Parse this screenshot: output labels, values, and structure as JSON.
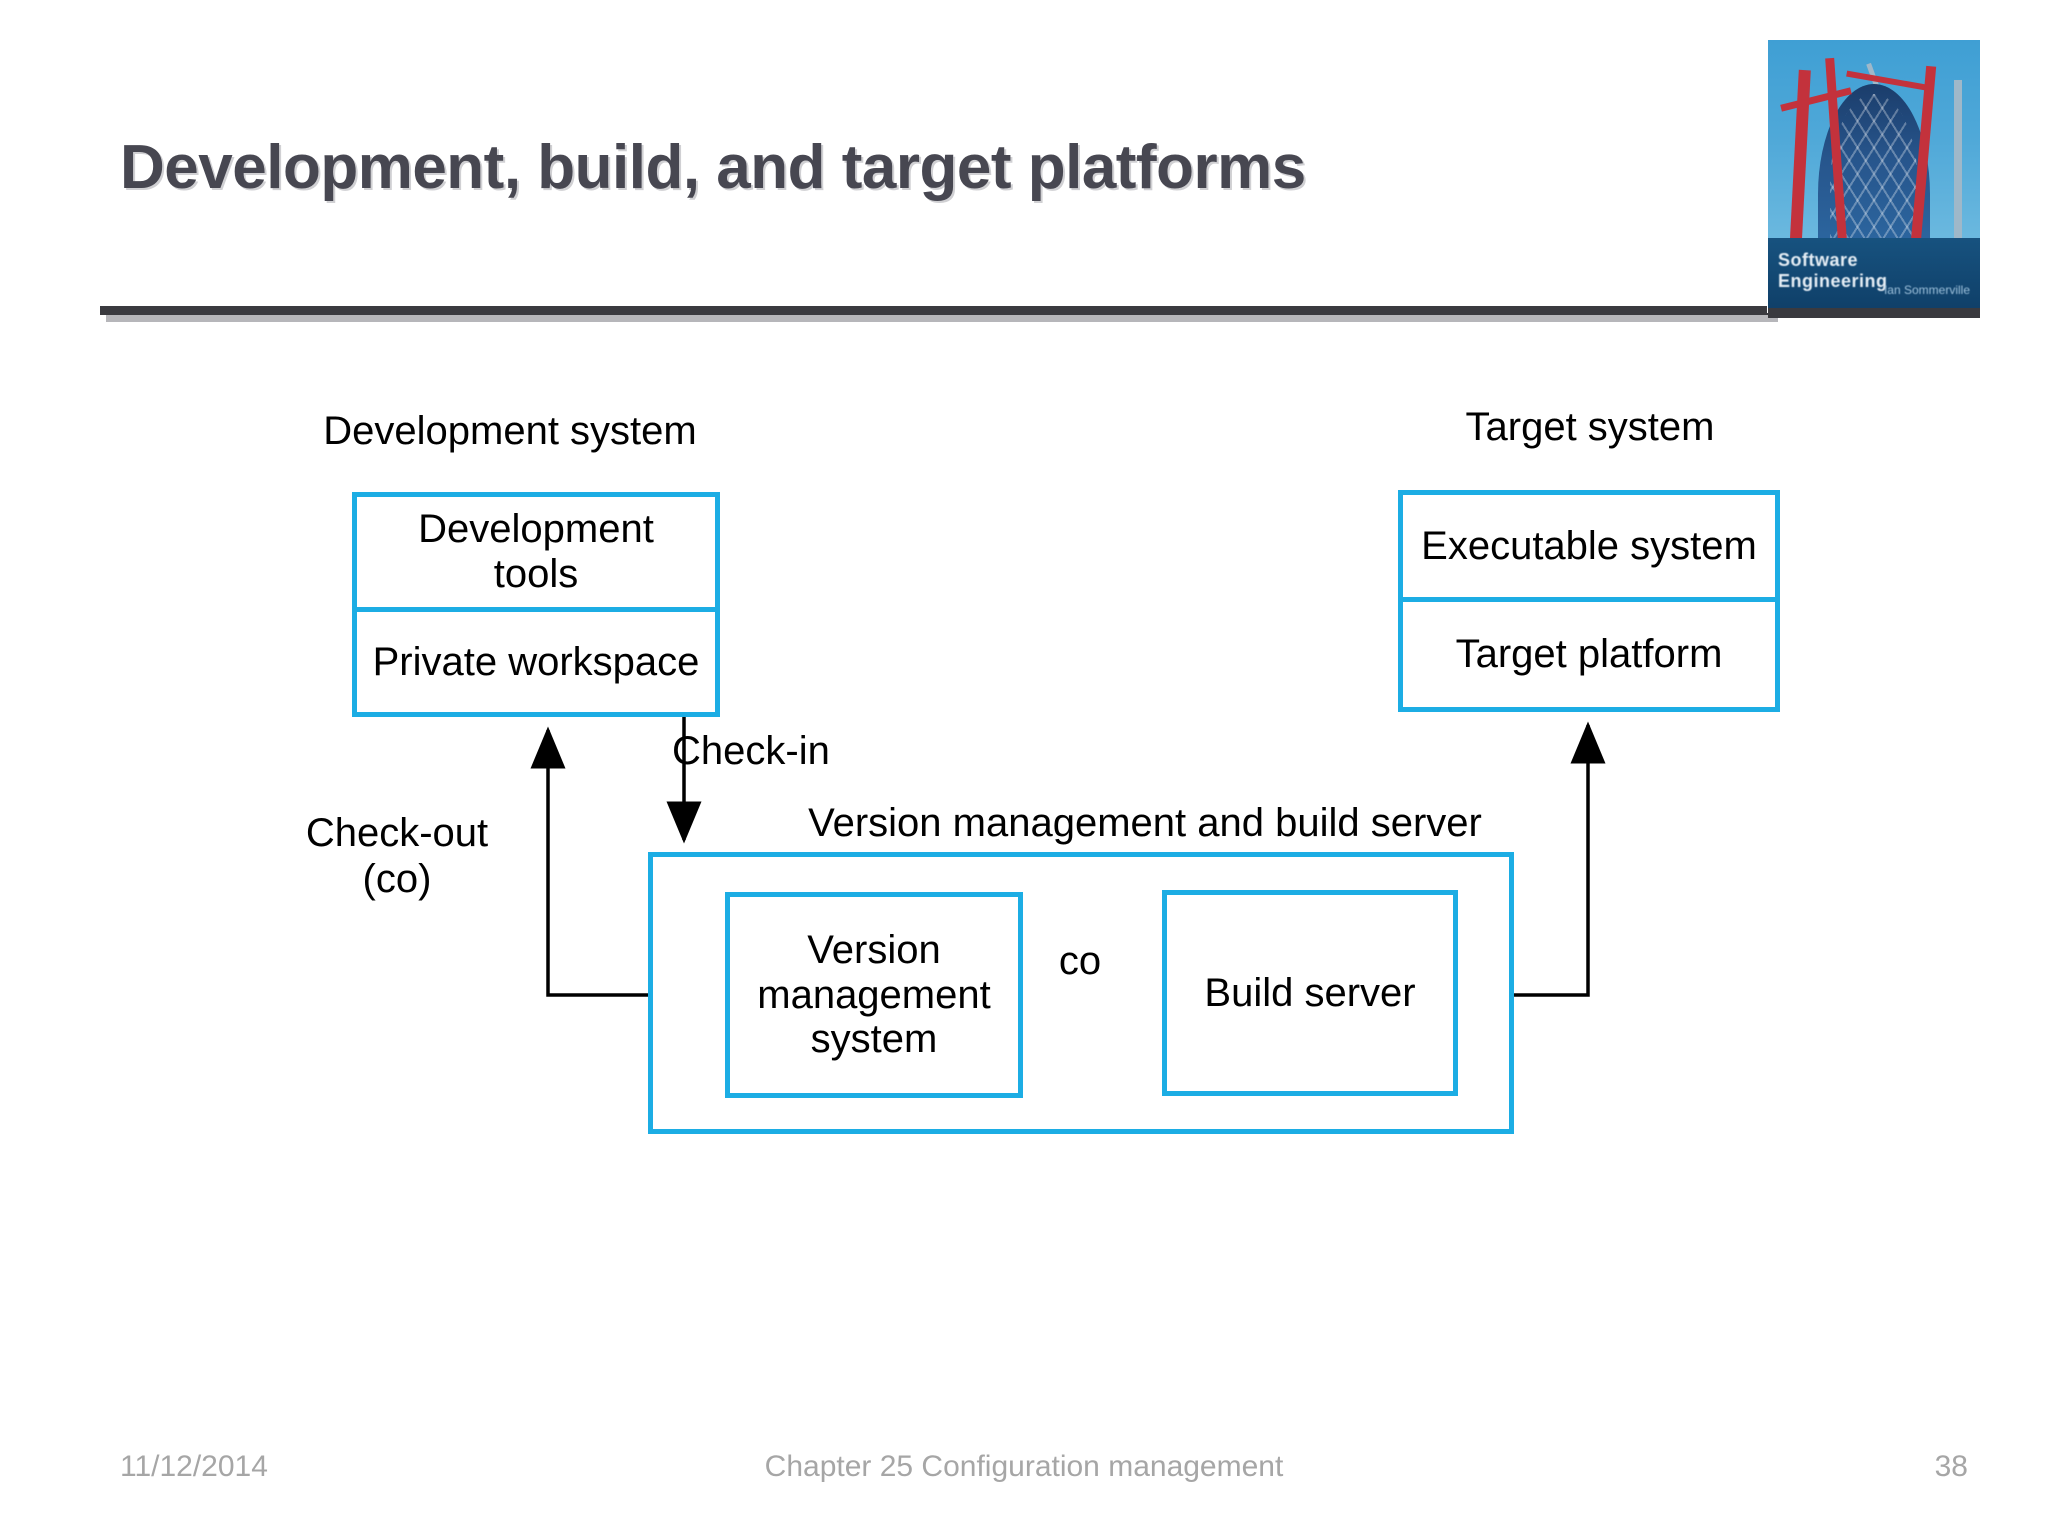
{
  "slide": {
    "title": "Development, build, and target platforms",
    "logo": {
      "cover_title": "Software Engineering",
      "cover_author": "Ian Sommerville"
    },
    "footer": {
      "date": "11/12/2014",
      "chapter": "Chapter 25 Configuration management",
      "page_number": "38"
    },
    "colors": {
      "box_border": "#1CADE4",
      "title_text": "#474751",
      "footer_text": "#A6A6A6",
      "connector": "#000000",
      "rule_dark": "#3A3A3F",
      "rule_shadow": "#B6B6BA"
    }
  },
  "diagram": {
    "captions": {
      "development_system": "Development system",
      "target_system": "Target system",
      "server_group": "Version management and build server",
      "check_in": "Check-in",
      "check_out": "Check-out\n(co)",
      "co": "co"
    },
    "boxes": {
      "development_tools": "Development\ntools",
      "private_workspace": "Private workspace",
      "executable_system": "Executable system",
      "target_platform": "Target platform",
      "version_management_system": "Version\nmanagement\nsystem",
      "build_server": "Build server"
    },
    "connectors": [
      {
        "from": "private-workspace",
        "to": "version-management-system",
        "label": "Check-in",
        "direction": "down"
      },
      {
        "from": "version-management-system",
        "to": "private-workspace",
        "label": "Check-out (co)",
        "direction": "up"
      },
      {
        "from": "version-management-system",
        "to": "build-server",
        "label": "co",
        "direction": "right"
      },
      {
        "from": "build-server",
        "to": "target-platform",
        "label": "",
        "direction": "up"
      }
    ]
  }
}
